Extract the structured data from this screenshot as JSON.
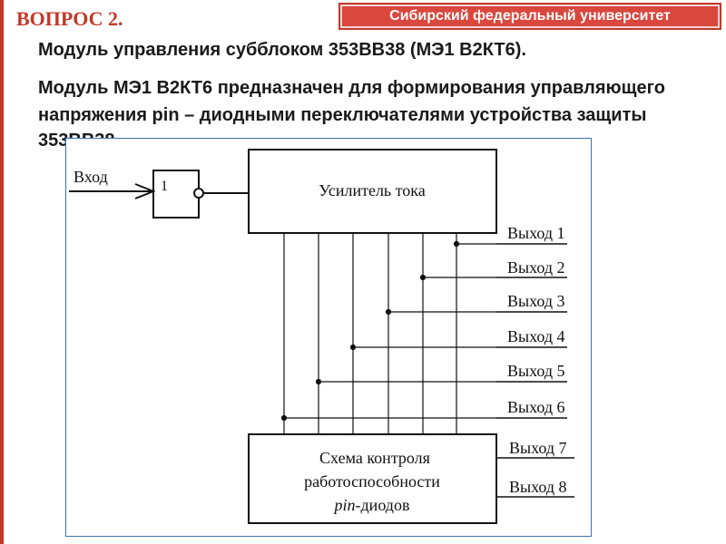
{
  "header": {
    "question": "ВОПРОС 2.",
    "university": "Сибирский федеральный университет"
  },
  "text": {
    "line1": "Модуль управления субблоком 353ВВ38 (МЭ1 В2КТ6).",
    "line2": "Модуль МЭ1 В2КТ6 предназначен для формирования управляющего",
    "line3": "напряжения pin – диодными переключателями устройства защиты",
    "line4": "353ВВ38."
  },
  "diagram": {
    "input_label": "Вход",
    "gate_label": "1",
    "amplifier_label": "Усилитель тока",
    "control_label_line1": "Схема контроля",
    "control_label_line2": "работоспособности",
    "control_label_pin": "pin",
    "control_label_suffix": "-диодов",
    "outputs": [
      "Выход 1",
      "Выход 2",
      "Выход 3",
      "Выход 4",
      "Выход 5",
      "Выход 6",
      "Выход 7",
      "Выход 8"
    ]
  },
  "colors": {
    "accent": "#c0392b",
    "frame": "#3a6fb5"
  }
}
